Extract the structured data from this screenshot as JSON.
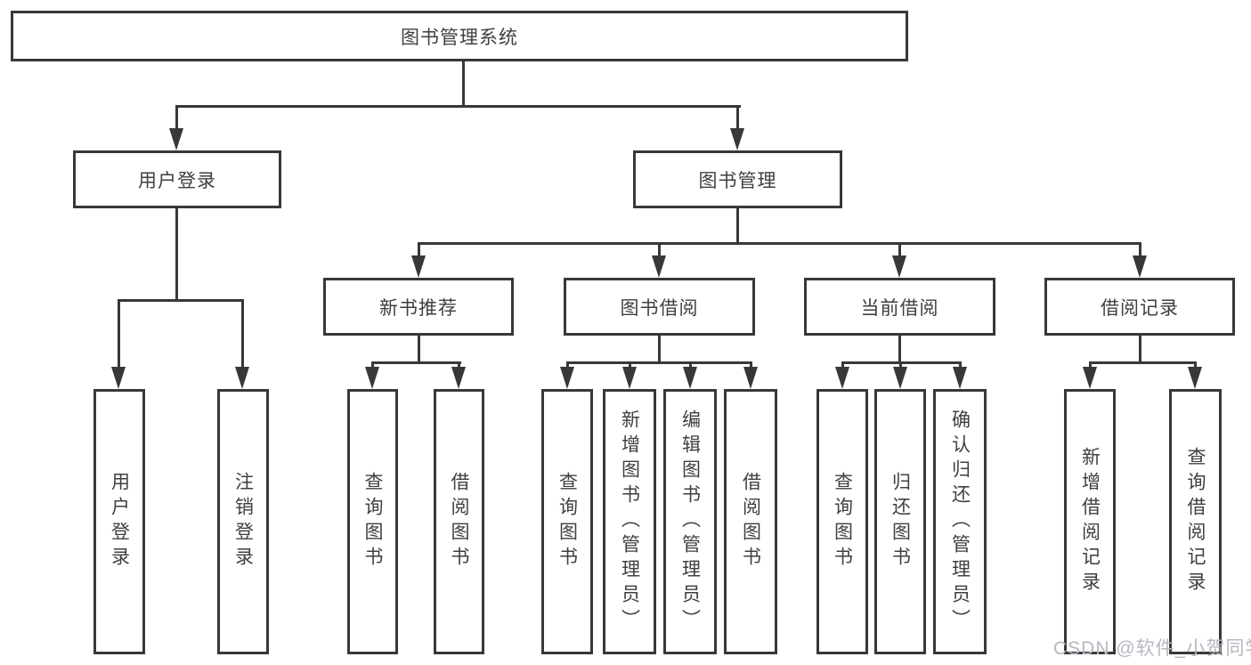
{
  "diagram": {
    "root": {
      "label": "图书管理系统"
    },
    "children": [
      {
        "label": "用户登录",
        "children": [
          {
            "label": "用户登录"
          },
          {
            "label": "注销登录"
          }
        ]
      },
      {
        "label": "图书管理",
        "children": [
          {
            "label": "新书推荐",
            "children": [
              {
                "label": "查询图书"
              },
              {
                "label": "借阅图书"
              }
            ]
          },
          {
            "label": "图书借阅",
            "children": [
              {
                "label": "查询图书"
              },
              {
                "label": "新增图书（管理员）"
              },
              {
                "label": "编辑图书（管理员）"
              },
              {
                "label": "借阅图书"
              }
            ]
          },
          {
            "label": "当前借阅",
            "children": [
              {
                "label": "查询图书"
              },
              {
                "label": "归还图书"
              },
              {
                "label": "确认归还（管理员）"
              }
            ]
          },
          {
            "label": "借阅记录",
            "children": [
              {
                "label": "新增借阅记录"
              },
              {
                "label": "查询借阅记录"
              }
            ]
          }
        ]
      }
    ]
  },
  "watermark": {
    "text": "CSDN @软件_小贺同学"
  },
  "colors": {
    "line": "#383838",
    "box_border": "#383838",
    "text": "#3f3f3f",
    "watermark": "#b4b8bf",
    "background": "#ffffff"
  }
}
